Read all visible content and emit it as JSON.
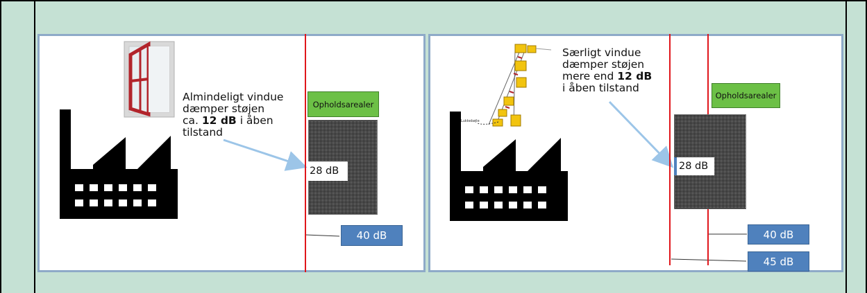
{
  "left_panel": {
    "callout_lines": [
      "Almindeligt vindue",
      "dæmper støjen"
    ],
    "callout_line3_prefix": "ca. ",
    "callout_line3_bold": "12 dB",
    "callout_line3_suffix": " i åben",
    "callout_line4": "tilstand",
    "zone_label": "Opholdsarealer",
    "inside_level": "28 dB",
    "outside_level": "40 dB"
  },
  "right_panel": {
    "callout_lines": [
      "Særligt vindue",
      "dæmper støjen"
    ],
    "callout_line3_prefix": "mere end ",
    "callout_line3_bold": "12 dB",
    "callout_line4": "i åben tilstand",
    "drawing_annotation": "Lukkebøjle",
    "zone_label": "Opholdsarealer",
    "inside_level": "28 dB",
    "outside_level_1": "40 dB",
    "outside_level_2": "45 dB"
  },
  "colors": {
    "background": "#c5e1d4",
    "panel_border": "#8eaac8",
    "red_line": "#e0161b",
    "green_box": "#6cc046",
    "blue_box": "#4f81bd",
    "arrow": "#9cc5e8"
  },
  "icons": [
    "factory-icon",
    "window-icon",
    "special-window-icon",
    "noise-barrier-grid"
  ]
}
